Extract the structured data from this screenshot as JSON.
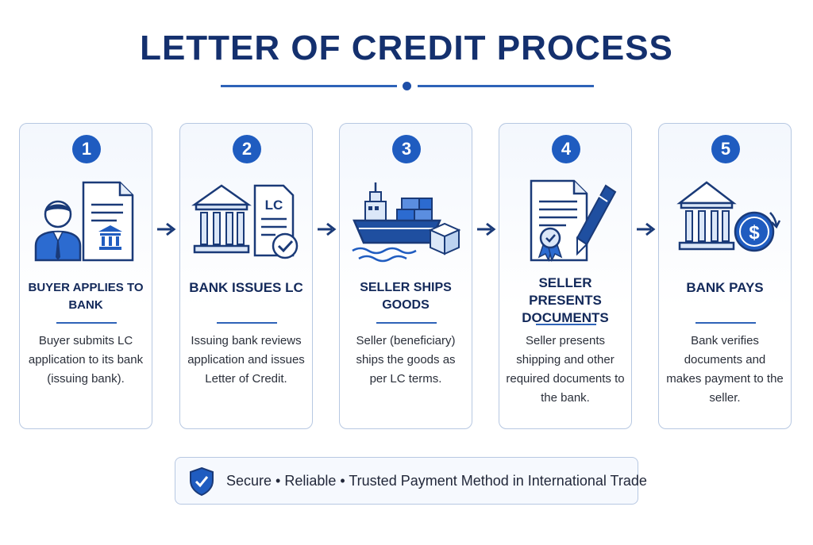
{
  "title": "LETTER OF CREDIT PROCESS",
  "steps": [
    {
      "number": "1",
      "title": "BUYER APPLIES TO BANK",
      "description": "Buyer submits LC application to its bank (issuing bank)."
    },
    {
      "number": "2",
      "title": "BANK ISSUES LC",
      "description": "Issuing bank reviews application and issues Letter of Credit.",
      "document_label": "LC"
    },
    {
      "number": "3",
      "title": "SELLER SHIPS GOODS",
      "description": "Seller (beneficiary) ships the goods as per LC terms."
    },
    {
      "number": "4",
      "title": "SELLER PRESENTS DOCUMENTS",
      "description": "Seller presents shipping and other required documents to the bank."
    },
    {
      "number": "5",
      "title": "BANK PAYS",
      "description": "Bank verifies documents and makes payment to the seller.",
      "currency_symbol": "$"
    }
  ],
  "footer": {
    "text": "Secure • Reliable • Trusted Payment Method in International Trade"
  },
  "icons": {
    "step1": "buyer-with-document-icon",
    "step2": "bank-with-lc-document-icon",
    "step3": "cargo-ship-icon",
    "step4": "document-with-pen-icon",
    "step5": "bank-with-dollar-coin-icon",
    "arrow": "arrow-right-icon",
    "footer": "shield-check-icon"
  },
  "colors": {
    "primary": "#1f5cc0",
    "title": "#14306e",
    "card_border": "#b7c8e2",
    "light_fill": "#dbe7f8"
  }
}
